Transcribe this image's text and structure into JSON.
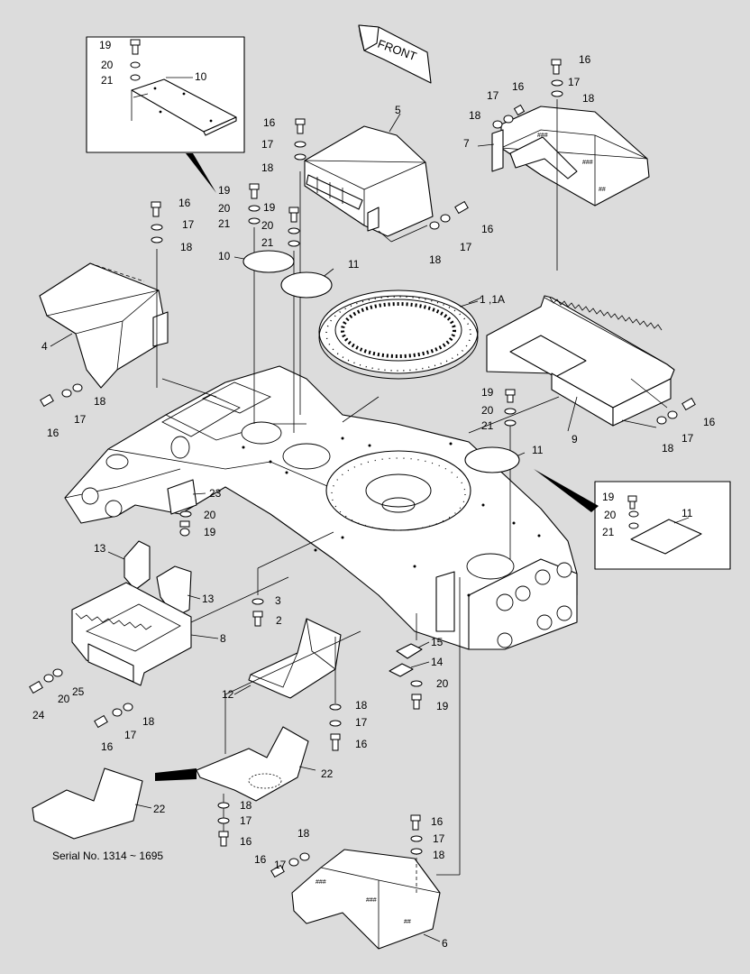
{
  "front_label": "FRONT",
  "serial_note": "Serial No. 1314 ~ 1695",
  "callouts": [
    {
      "id": "c1",
      "text": "1 ,1A"
    },
    {
      "id": "c2",
      "text": "2"
    },
    {
      "id": "c3",
      "text": "3"
    },
    {
      "id": "c4",
      "text": "4"
    },
    {
      "id": "c5",
      "text": "5"
    },
    {
      "id": "c6",
      "text": "6"
    },
    {
      "id": "c7",
      "text": "7"
    },
    {
      "id": "c8",
      "text": "8"
    },
    {
      "id": "c9",
      "text": "9"
    },
    {
      "id": "c10a",
      "text": "10"
    },
    {
      "id": "c10b",
      "text": "10"
    },
    {
      "id": "c11a",
      "text": "11"
    },
    {
      "id": "c11b",
      "text": "11"
    },
    {
      "id": "c11c",
      "text": "11"
    },
    {
      "id": "c12",
      "text": "12"
    },
    {
      "id": "c13a",
      "text": "13"
    },
    {
      "id": "c13b",
      "text": "13"
    },
    {
      "id": "c14",
      "text": "14"
    },
    {
      "id": "c15",
      "text": "15"
    },
    {
      "id": "c16a",
      "text": "16"
    },
    {
      "id": "c16b",
      "text": "16"
    },
    {
      "id": "c16c",
      "text": "16"
    },
    {
      "id": "c16d",
      "text": "16"
    },
    {
      "id": "c16e",
      "text": "16"
    },
    {
      "id": "c16f",
      "text": "16"
    },
    {
      "id": "c16g",
      "text": "16"
    },
    {
      "id": "c16h",
      "text": "16"
    },
    {
      "id": "c16i",
      "text": "16"
    },
    {
      "id": "c16j",
      "text": "16"
    },
    {
      "id": "c16k",
      "text": "16"
    },
    {
      "id": "c16l",
      "text": "16"
    },
    {
      "id": "c17a",
      "text": "17"
    },
    {
      "id": "c17b",
      "text": "17"
    },
    {
      "id": "c17c",
      "text": "17"
    },
    {
      "id": "c17d",
      "text": "17"
    },
    {
      "id": "c17e",
      "text": "17"
    },
    {
      "id": "c17f",
      "text": "17"
    },
    {
      "id": "c17g",
      "text": "17"
    },
    {
      "id": "c17h",
      "text": "17"
    },
    {
      "id": "c17i",
      "text": "17"
    },
    {
      "id": "c17j",
      "text": "17"
    },
    {
      "id": "c17k",
      "text": "17"
    },
    {
      "id": "c17l",
      "text": "17"
    },
    {
      "id": "c18a",
      "text": "18"
    },
    {
      "id": "c18b",
      "text": "18"
    },
    {
      "id": "c18c",
      "text": "18"
    },
    {
      "id": "c18d",
      "text": "18"
    },
    {
      "id": "c18e",
      "text": "18"
    },
    {
      "id": "c18f",
      "text": "18"
    },
    {
      "id": "c18g",
      "text": "18"
    },
    {
      "id": "c18h",
      "text": "18"
    },
    {
      "id": "c18i",
      "text": "18"
    },
    {
      "id": "c18j",
      "text": "18"
    },
    {
      "id": "c18k",
      "text": "18"
    },
    {
      "id": "c18l",
      "text": "18"
    },
    {
      "id": "c19a",
      "text": "19"
    },
    {
      "id": "c19b",
      "text": "19"
    },
    {
      "id": "c19c",
      "text": "19"
    },
    {
      "id": "c19d",
      "text": "19"
    },
    {
      "id": "c19e",
      "text": "19"
    },
    {
      "id": "c19f",
      "text": "19"
    },
    {
      "id": "c19g",
      "text": "19"
    },
    {
      "id": "c20a",
      "text": "20"
    },
    {
      "id": "c20b",
      "text": "20"
    },
    {
      "id": "c20c",
      "text": "20"
    },
    {
      "id": "c20d",
      "text": "20"
    },
    {
      "id": "c20e",
      "text": "20"
    },
    {
      "id": "c20f",
      "text": "20"
    },
    {
      "id": "c20g",
      "text": "20"
    },
    {
      "id": "c20h",
      "text": "20"
    },
    {
      "id": "c20i",
      "text": "20"
    },
    {
      "id": "c21a",
      "text": "21"
    },
    {
      "id": "c21b",
      "text": "21"
    },
    {
      "id": "c21c",
      "text": "21"
    },
    {
      "id": "c21d",
      "text": "21"
    },
    {
      "id": "c21e",
      "text": "21"
    },
    {
      "id": "c22a",
      "text": "22"
    },
    {
      "id": "c22b",
      "text": "22"
    },
    {
      "id": "c23",
      "text": "23"
    },
    {
      "id": "c24",
      "text": "24"
    },
    {
      "id": "c25",
      "text": "25"
    }
  ]
}
